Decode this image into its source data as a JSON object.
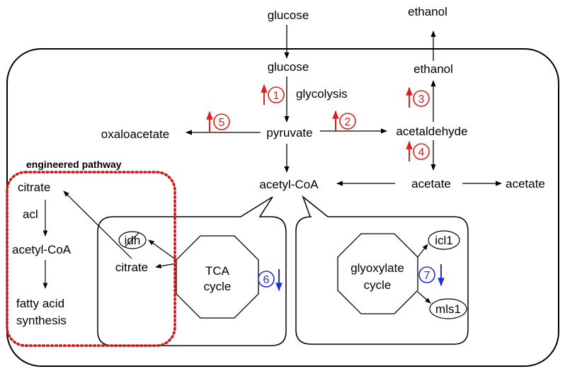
{
  "labels": {
    "glucose_outside": "glucose",
    "glucose_inside": "glucose",
    "ethanol_outside": "ethanol",
    "ethanol_inside": "ethanol",
    "glycolysis": "glycolysis",
    "pyruvate": "pyruvate",
    "oxaloacetate": "oxaloacetate",
    "acetaldehyde": "acetaldehyde",
    "acetyl_coa": "acetyl-CoA",
    "acetate_inside": "acetate",
    "acetate_outside": "acetate",
    "engineered_pathway": "engineered pathway",
    "citrate_eng": "citrate",
    "acl": "acl",
    "acetyl_coa_eng": "acetyl-CoA",
    "fatty_acid_line1": "fatty acid",
    "fatty_acid_line2": "synthesis",
    "idh": "idh",
    "citrate_tca": "citrate",
    "tca_line1": "TCA",
    "tca_line2": "cycle",
    "glyoxylate_line1": "glyoxylate",
    "glyoxylate_line2": "cycle",
    "icl1": "icl1",
    "mls1": "mls1"
  },
  "markers": [
    {
      "id": "1",
      "direction": "up",
      "color": "#e11d1d"
    },
    {
      "id": "2",
      "direction": "up",
      "color": "#e11d1d"
    },
    {
      "id": "3",
      "direction": "up",
      "color": "#e11d1d"
    },
    {
      "id": "4",
      "direction": "up",
      "color": "#e11d1d"
    },
    {
      "id": "5",
      "direction": "up",
      "color": "#e11d1d"
    },
    {
      "id": "6",
      "direction": "down",
      "color": "#1f2fd6"
    },
    {
      "id": "7",
      "direction": "down",
      "color": "#1f2fd6"
    }
  ],
  "colors": {
    "upregulated": "#e11d1d",
    "downregulated": "#1f2fd6",
    "engineered_border": "#d11414"
  }
}
